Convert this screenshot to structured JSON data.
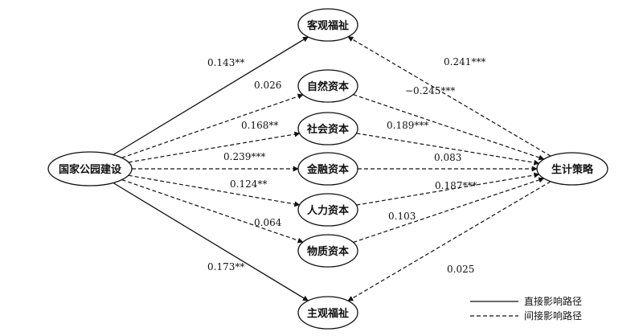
{
  "nodes": [
    {
      "id": "guojia",
      "label": "国家公园建设"
    },
    {
      "id": "keguan",
      "label": "客观福祉"
    },
    {
      "id": "ziran",
      "label": "自然资本"
    },
    {
      "id": "shehui",
      "label": "社会资本"
    },
    {
      "id": "jinrong",
      "label": "金融资本"
    },
    {
      "id": "renli",
      "label": "人力资本"
    },
    {
      "id": "wuzhi",
      "label": "物质资本"
    },
    {
      "id": "zhuguan",
      "label": "主观福祉"
    },
    {
      "id": "shengji",
      "label": "生计策略"
    }
  ],
  "edges": [
    {
      "from": "guojia",
      "to": "keguan",
      "style": "solid",
      "label": "0.143**"
    },
    {
      "from": "guojia",
      "to": "ziran",
      "style": "dashed",
      "label": "0.026"
    },
    {
      "from": "guojia",
      "to": "shehui",
      "style": "dashed",
      "label": "0.168**"
    },
    {
      "from": "guojia",
      "to": "jinrong",
      "style": "dashed",
      "label": "0.239***"
    },
    {
      "from": "guojia",
      "to": "renli",
      "style": "dashed",
      "label": "0.124**"
    },
    {
      "from": "guojia",
      "to": "wuzhi",
      "style": "dashed",
      "label": "0.064"
    },
    {
      "from": "guojia",
      "to": "zhuguan",
      "style": "solid",
      "label": "0.173**"
    },
    {
      "from": "shengji",
      "to": "keguan",
      "style": "dashed",
      "label": "0.241***"
    },
    {
      "from": "ziran",
      "to": "shengji",
      "style": "dashed",
      "label": "−0.245***"
    },
    {
      "from": "shehui",
      "to": "shengji",
      "style": "dashed",
      "label": "0.189***"
    },
    {
      "from": "jinrong",
      "to": "shengji",
      "style": "dashed",
      "label": "0.083"
    },
    {
      "from": "renli",
      "to": "shengji",
      "style": "dashed",
      "label": "0.187***"
    },
    {
      "from": "wuzhi",
      "to": "shengji",
      "style": "dashed",
      "label": "0.103"
    },
    {
      "from": "shengji",
      "to": "zhuguan",
      "style": "dashed",
      "label": "0.025"
    }
  ],
  "legend": {
    "direct": "直接影响路径",
    "indirect": "间接影响路径"
  }
}
